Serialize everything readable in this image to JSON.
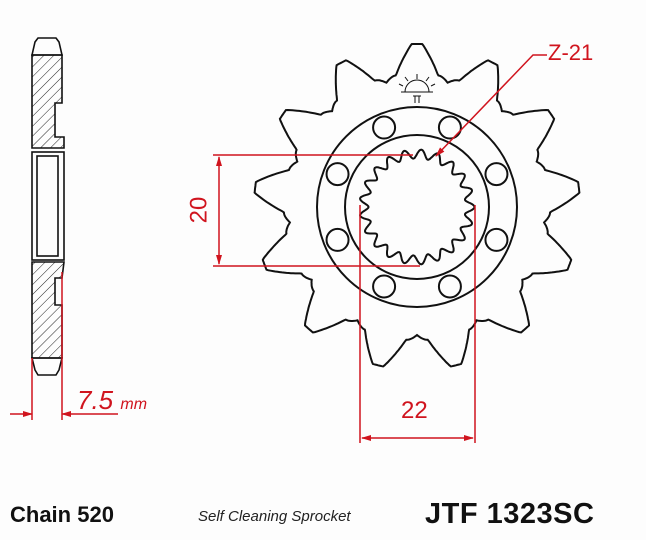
{
  "diagram": {
    "chain_label": "Chain 520",
    "description_label": "Self Cleaning Sprocket",
    "part_number": "JTF 1323SC",
    "tooth_count": 13,
    "spline_label": "Z-21",
    "spline_teeth": 21,
    "dim_spline_height": "20",
    "dim_spline_width": "22",
    "thickness_value": "7.5",
    "thickness_unit": "mm",
    "colors": {
      "outline": "#111111",
      "dimension": "#d0141e"
    }
  }
}
